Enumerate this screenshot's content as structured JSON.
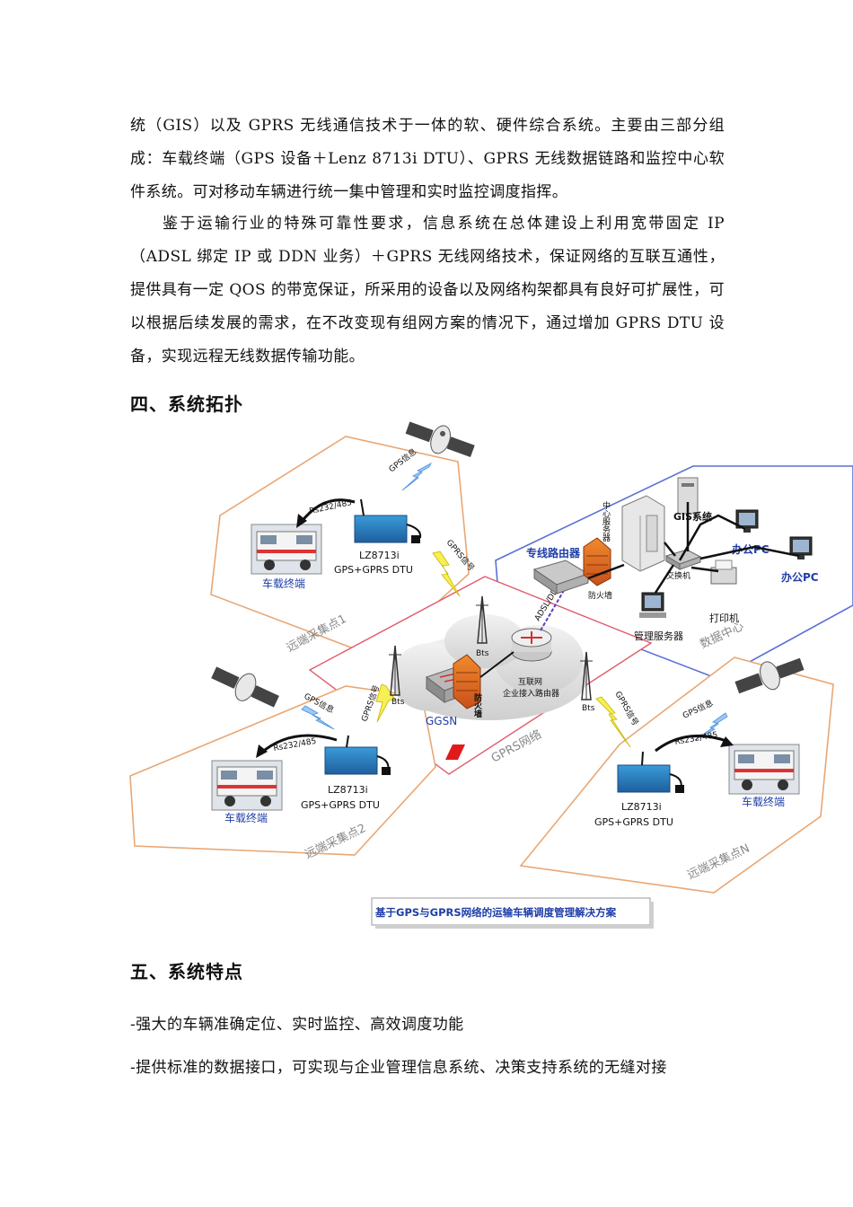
{
  "paragraphs": {
    "p1": "统（GIS）以及 GPRS 无线通信技术于一体的软、硬件综合系统。主要由三部分组成：车载终端（GPS 设备＋Lenz 8713i DTU）、GPRS 无线数据链路和监控中心软件系统。可对移动车辆进行统一集中管理和实时监控调度指挥。",
    "p2": "鉴于运输行业的特殊可靠性要求，信息系统在总体建设上利用宽带固定 IP（ADSL 绑定 IP 或 DDN 业务）＋GPRS 无线网络技术，保证网络的互联互通性，提供具有一定 QOS 的带宽保证，所采用的设备以及网络构架都具有良好可扩展性，可以根据后续发展的需求，在不改变现有组网方案的情况下，通过增加 GPRS DTU 设备，实现远程无线数据传输功能。"
  },
  "headings": {
    "section4": "四、系统拓扑",
    "section5": "五、系统特点"
  },
  "bullets": {
    "b1": "-强大的车辆准确定位、实时监控、高效调度功能",
    "b2": "-提供标准的数据接口，可实现与企业管理信息系统、决策支持系统的无缝对接"
  },
  "diagram": {
    "caption": "基于GPS与GPRS网络的运输车辆调度管理解决方案",
    "site1": {
      "region": "远端采集点1",
      "vehicle": "车载终端",
      "device_model": "LZ8713i",
      "device_desc": "GPS+GPRS DTU",
      "link": "Rs232/485",
      "gps_signal": "GPS信息",
      "gprs_signal": "GPRS信号"
    },
    "site2": {
      "region": "远端采集点2",
      "vehicle": "车载终端",
      "device_model": "LZ8713i",
      "device_desc": "GPS+GPRS DTU",
      "link": "Rs232/485",
      "gps_signal": "GPS信息",
      "gprs_signal": "GPRS信号"
    },
    "siteN": {
      "region": "远端采集点N",
      "vehicle": "车载终端",
      "device_model": "LZ8713i",
      "device_desc": "GPS+GPRS DTU",
      "link": "Rs232/485",
      "gps_signal": "GPS信息",
      "gprs_signal": "GPRS信号"
    },
    "gprs_network": {
      "region": "GPRS网络",
      "ggsn": "GGSN",
      "firewall": "防火墙",
      "router": "互联网",
      "router_desc": "企业接入路由器",
      "bts": "Bts",
      "adsl": "ADSL/DDN"
    },
    "data_center": {
      "region": "数据中心",
      "router": "专线路由器",
      "firewall": "防火墙",
      "server": "中心服务器",
      "gis": "GIS系统",
      "pc1": "办公PC",
      "pc2": "办公PC",
      "switch": "交换机",
      "printer": "打印机",
      "mgmt_server": "管理服务器"
    }
  }
}
